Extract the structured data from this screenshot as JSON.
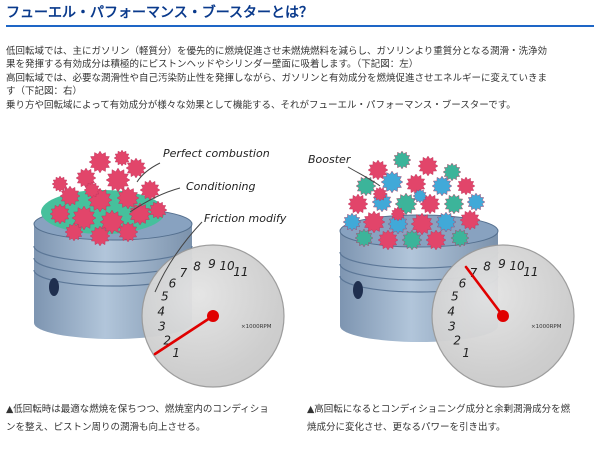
{
  "title": "フューエル・パフォーマンス・ブースターとは？",
  "body": [
    "低回転域では、主にガソリン（軽質分）を優先的に燃焼促進させ未燃焼燃料を減らし、ガソリンより重質分となる潤滑・洗浄効",
    "果を発揮する有効成分は積極的にピストンヘッドやシリンダー壁面に吸着します。（下記図：左）",
    "高回転域では、必要な潤滑性や自己汚染防止性を発揮しながら、ガソリンと有効成分を燃焼促進させエネルギーに変えていきま",
    "す（下記図：右）",
    "乗り方や回転域によって有効成分が様々な効果として機能する、それがフューエル・パフォーマンス・ブースターです。"
  ],
  "left_figure": {
    "labels": {
      "perfect_combustion": "Perfect combustion",
      "conditioning": "Conditioning",
      "friction_modify": "Friction modify"
    },
    "gauge_ticks": [
      "1",
      "2",
      "3",
      "4",
      "5",
      "6",
      "7",
      "8",
      "9",
      "10",
      "11"
    ],
    "gauge_unit": "×1000RPM"
  },
  "right_figure": {
    "labels": {
      "booster": "Booster"
    },
    "gauge_ticks": [
      "1",
      "2",
      "3",
      "4",
      "5",
      "6",
      "7",
      "8",
      "9",
      "10",
      "11"
    ],
    "gauge_unit": "×1000RPM"
  },
  "captions": {
    "left": [
      "▲低回転時は最適な燃焼を保ちつつ、燃焼室内のコンディショ",
      "ンを整え、ピストン周りの潤滑も向上させる。"
    ],
    "right": [
      "▲高回転になるとコンディショニング成分と余剰潤滑成分を燃",
      "焼成分に変化させ、更なるパワーを引き出す。"
    ]
  },
  "colors": {
    "title": "#0a3a8c",
    "rule": "#1e66c6",
    "red_particle": "#e2456a",
    "green_particle": "#3cb49a",
    "blue_particle": "#41a9d8",
    "needle": "#e00000"
  }
}
